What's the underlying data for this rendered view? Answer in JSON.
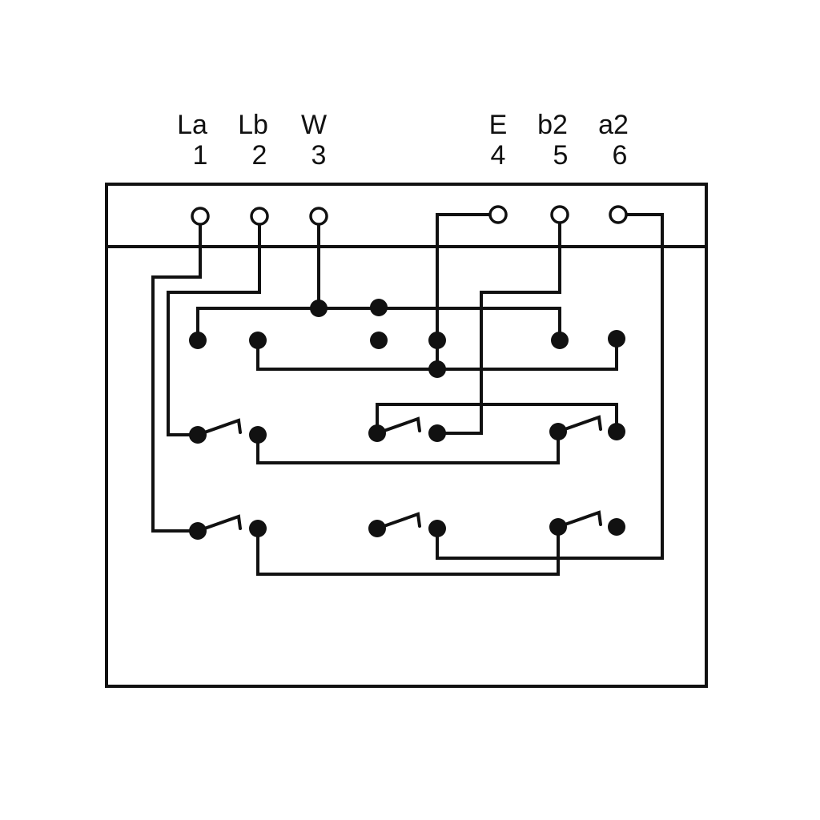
{
  "terminals": [
    {
      "name": "La",
      "number": "1"
    },
    {
      "name": "Lb",
      "number": "2"
    },
    {
      "name": "W",
      "number": "3"
    },
    {
      "name": "E",
      "number": "4"
    },
    {
      "name": "b2",
      "number": "5"
    },
    {
      "name": "a2",
      "number": "6"
    }
  ]
}
